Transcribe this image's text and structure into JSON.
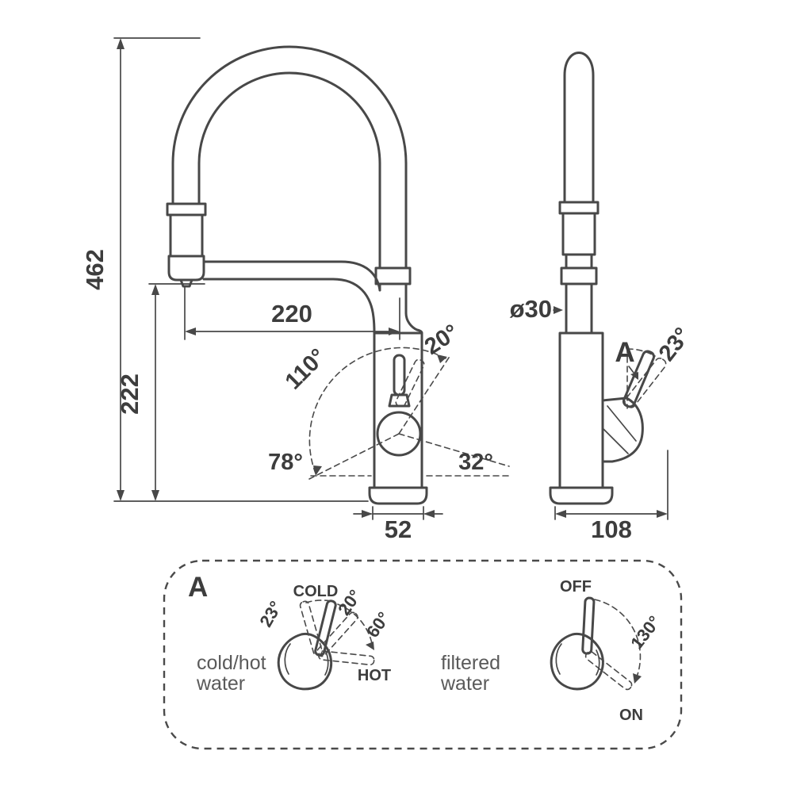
{
  "front_view": {
    "dim_total_height": "462",
    "dim_spout_height": "222",
    "dim_spout_reach": "220",
    "angle_top": "20°",
    "angle_swivel": "110°",
    "angle_left": "78°",
    "angle_right": "32°",
    "dim_base_width": "52"
  },
  "side_view": {
    "dim_diameter": "ø30",
    "detail_ref": "A",
    "angle_handle": "23°",
    "dim_base_depth": "108"
  },
  "detail": {
    "ref": "A",
    "cold_hot": {
      "caption_line1": "cold/hot",
      "caption_line2": "water",
      "cold": "COLD",
      "hot": "HOT",
      "angle_a": "23°",
      "angle_b": "20°",
      "angle_c": "60°"
    },
    "filtered": {
      "caption_line1": "filtered",
      "caption_line2": "water",
      "off": "OFF",
      "on": "ON",
      "angle": "130°"
    }
  }
}
